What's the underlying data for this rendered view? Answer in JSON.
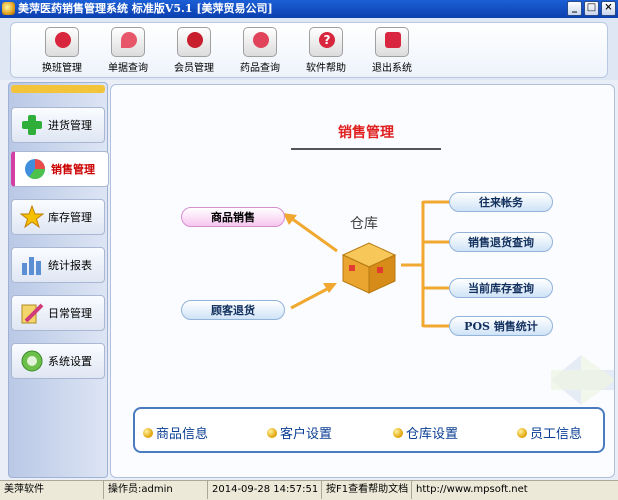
{
  "window": {
    "title": "美萍医药销售管理系统 标准版V5.1 [美萍贸易公司]",
    "min": "_",
    "max": "□",
    "close": "×"
  },
  "toolbar": {
    "buttons": [
      {
        "label": "换班管理",
        "icon": "user-swap-icon",
        "color": "#d7263d"
      },
      {
        "label": "单据查询",
        "icon": "magnifier-icon",
        "color": "#d7263d"
      },
      {
        "label": "会员管理",
        "icon": "members-icon",
        "color": "#d7263d"
      },
      {
        "label": "药品查询",
        "icon": "search-doc-icon",
        "color": "#d7263d"
      },
      {
        "label": "软件帮助",
        "icon": "help-icon",
        "color": "#d7263d"
      },
      {
        "label": "退出系统",
        "icon": "power-icon",
        "color": "#d7263d"
      }
    ]
  },
  "sidebar": {
    "items": [
      {
        "label": "进货管理",
        "icon": "plus-icon"
      },
      {
        "label": "销售管理",
        "icon": "pie-icon",
        "active": true
      },
      {
        "label": "库存管理",
        "icon": "star-icon"
      },
      {
        "label": "统计报表",
        "icon": "bars-icon"
      },
      {
        "label": "日常管理",
        "icon": "pencil-icon"
      },
      {
        "label": "系统设置",
        "icon": "gear-icon"
      }
    ]
  },
  "main": {
    "title": "销售管理",
    "center_label": "仓库",
    "left_actions": [
      "商品销售",
      "顾客退货"
    ],
    "right_actions": [
      "往来帐务",
      "销售退货查询",
      "当前库存查询",
      "POS 销售统计"
    ],
    "bottom_links": [
      "商品信息",
      "客户设置",
      "仓库设置",
      "员工信息"
    ]
  },
  "status": {
    "company": "美萍软件",
    "operator": "操作员:admin",
    "datetime": "2014-09-28 14:57:51",
    "help": "按F1查看帮助文档",
    "url": "http://www.mpsoft.net"
  }
}
